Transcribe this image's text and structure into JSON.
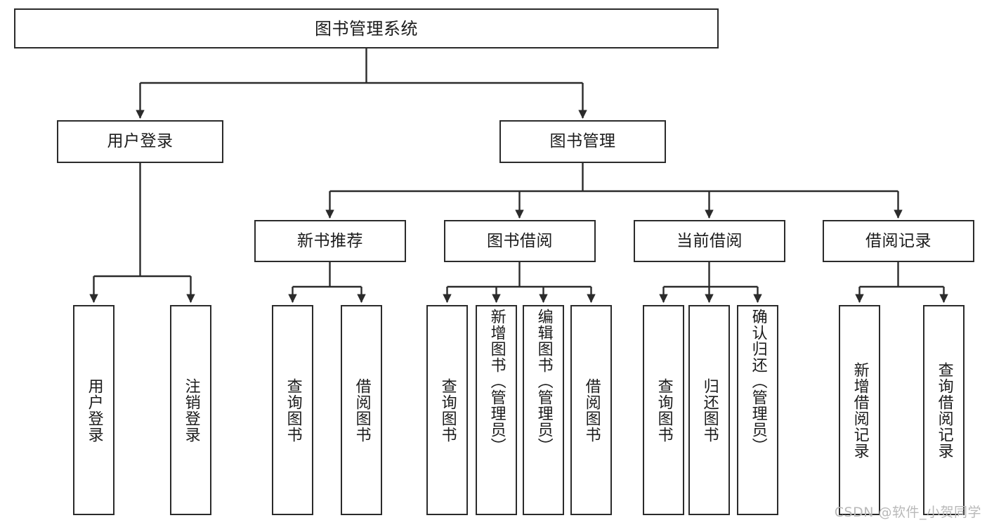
{
  "diagram": {
    "title": "图书管理系统",
    "type": "tree-hierarchy-diagram",
    "colors": {
      "box_border": "#2b2b2b",
      "box_fill": "#ffffff",
      "edge": "#2b2b2b",
      "text": "#1b1b1b",
      "watermark": "#b9b9b9",
      "background": "#ffffff"
    },
    "watermark": "CSDN @软件_小贺同学",
    "nodes": {
      "root": {
        "label": "图书管理系统"
      },
      "level2": [
        {
          "label": "用户登录"
        },
        {
          "label": "图书管理"
        }
      ],
      "level3": [
        {
          "label": "新书推荐"
        },
        {
          "label": "图书借阅"
        },
        {
          "label": "当前借阅"
        },
        {
          "label": "借阅记录"
        }
      ],
      "leaves_user_login": [
        {
          "label": "用户登录"
        },
        {
          "label": "注销登录"
        }
      ],
      "leaves_new_book": [
        {
          "label": "查询图书"
        },
        {
          "label": "借阅图书"
        }
      ],
      "leaves_borrow": [
        {
          "label": "查询图书"
        },
        {
          "label": "新增图书（管理员）"
        },
        {
          "label": "编辑图书（管理员）"
        },
        {
          "label": "借阅图书"
        }
      ],
      "leaves_current": [
        {
          "label": "查询图书"
        },
        {
          "label": "归还图书"
        },
        {
          "label": "确认归还（管理员）"
        }
      ],
      "leaves_records": [
        {
          "label": "新增借阅记录"
        },
        {
          "label": "查询借阅记录"
        }
      ]
    }
  }
}
